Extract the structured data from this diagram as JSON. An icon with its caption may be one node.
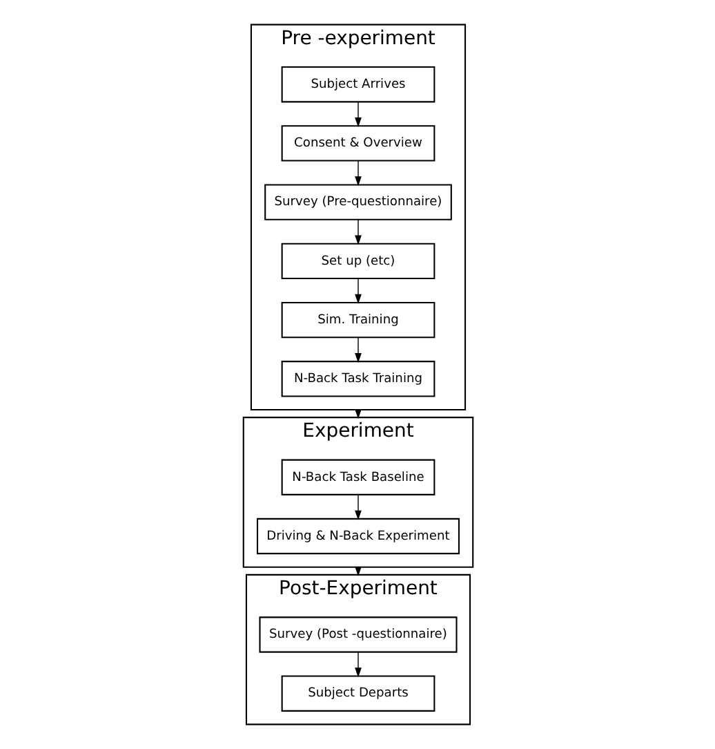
{
  "diagram": {
    "nodes": [
      {
        "text": [
          "Pre -experiment"
        ]
      },
      {
        "text": [
          "Subject Arrives"
        ],
        "in": 0
      },
      {
        "text": [
          "Consent & Overview"
        ],
        "in": 0
      },
      {
        "text": [
          "Survey (Pre-questionnaire)"
        ],
        "in": 0
      },
      {
        "text": [
          "Set up (etc)"
        ],
        "in": 0
      },
      {
        "text": [
          "Sim. Training"
        ],
        "in": 0
      },
      {
        "text": [
          "N-Back Task Training"
        ],
        "in": 0
      },
      {
        "text": [
          "Experiment"
        ]
      },
      {
        "text": [
          "N-Back Task Baseline"
        ],
        "in": 7
      },
      {
        "text": [
          "Driving & N-Back Experiment"
        ],
        "in": 7
      },
      {
        "text": [
          "Post-Experiment"
        ]
      },
      {
        "text": [
          "Survey (Post -questionnaire)"
        ],
        "in": 10
      },
      {
        "text": [
          "Subject Departs"
        ],
        "in": 10
      }
    ],
    "edges": [
      {
        "from": 1,
        "to": 2,
        "arrow": "to"
      },
      {
        "from": 2,
        "to": 3,
        "arrow": "to"
      },
      {
        "from": 3,
        "to": 4,
        "arrow": "to"
      },
      {
        "from": 4,
        "to": 5,
        "arrow": "to"
      },
      {
        "from": 5,
        "to": 6,
        "arrow": "to"
      },
      {
        "from": 0,
        "to": 7,
        "arrow": "to"
      },
      {
        "from": 8,
        "to": 9,
        "arrow": "to"
      },
      {
        "from": 7,
        "to": 10,
        "arrow": "to"
      },
      {
        "from": 11,
        "to": 12,
        "arrow": "to"
      }
    ]
  }
}
